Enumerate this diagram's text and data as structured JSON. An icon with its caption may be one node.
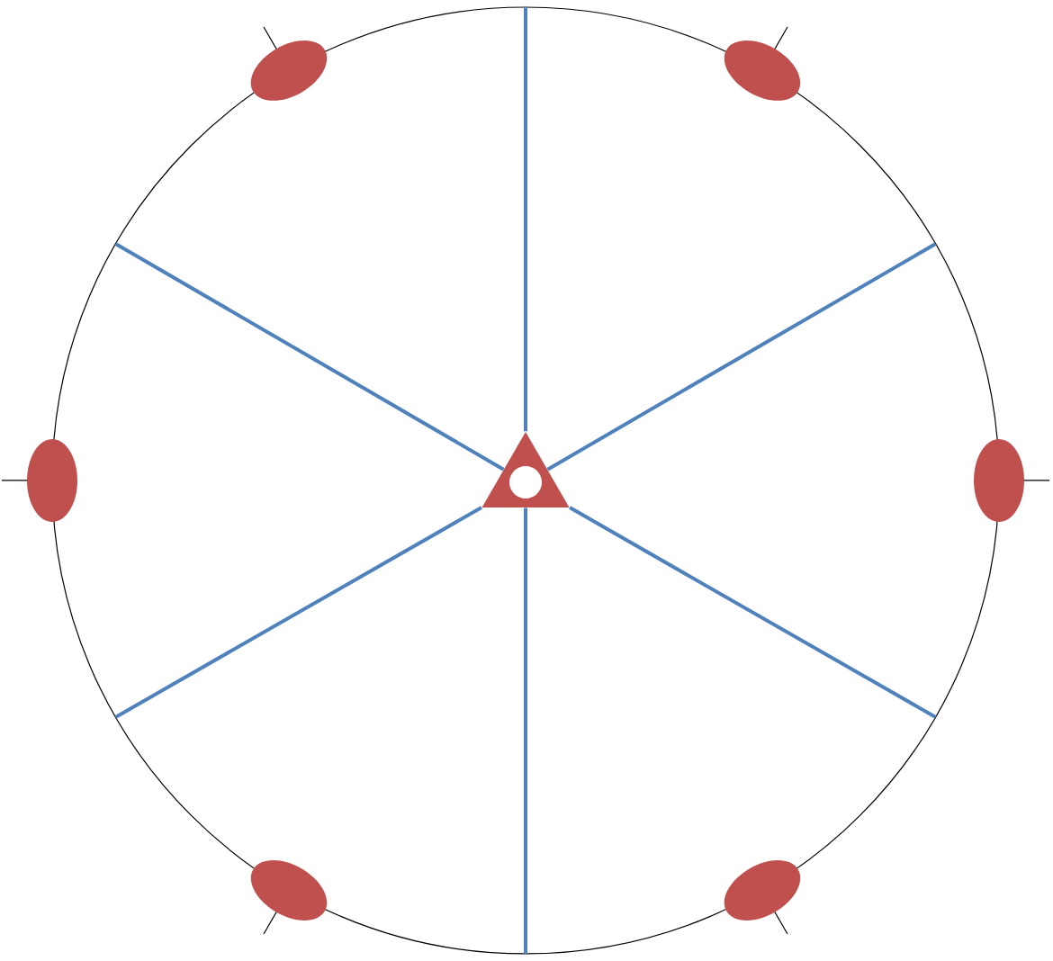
{
  "diagram": {
    "nodes": [
      {
        "text": [],
        "shape": "ellipse"
      },
      {
        "text": [],
        "shape": "ellipse"
      },
      {
        "text": [],
        "shape": "ellipse"
      },
      {
        "text": [],
        "shape": "ellipse"
      },
      {
        "text": [],
        "shape": "ellipse"
      },
      {
        "text": [],
        "shape": "ellipse"
      },
      {
        "text": [],
        "shape": "triangle"
      }
    ],
    "edges": [
      {
        "from": 6,
        "to": null,
        "arrow": "none"
      },
      {
        "from": 6,
        "to": null,
        "arrow": "none"
      },
      {
        "from": 6,
        "to": null,
        "arrow": "none"
      },
      {
        "from": 6,
        "to": null,
        "arrow": "none"
      },
      {
        "from": 6,
        "to": null,
        "arrow": "none"
      },
      {
        "from": 6,
        "to": null,
        "arrow": "none"
      }
    ]
  }
}
